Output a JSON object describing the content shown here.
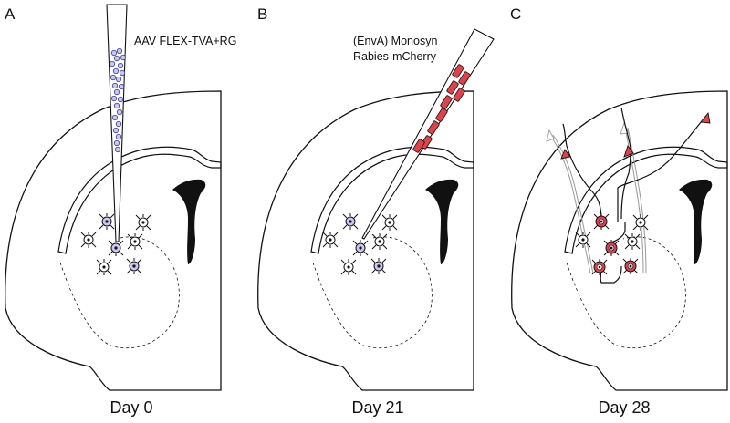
{
  "panels": [
    {
      "letter": "A",
      "day": "Day 0",
      "annotation_lines": [
        "AAV FLEX-TVA+RG"
      ]
    },
    {
      "letter": "B",
      "day": "Day 21",
      "annotation_lines": [
        "(EnvA) Monosyn",
        "Rabies-mCherry"
      ]
    },
    {
      "letter": "C",
      "day": "Day 28",
      "annotation_lines": []
    }
  ],
  "colors": {
    "aav_fill": "#c9c8ef",
    "aav_stroke": "#4a4aa0",
    "rabies_red": "#e0424a",
    "outline": "#111111"
  }
}
